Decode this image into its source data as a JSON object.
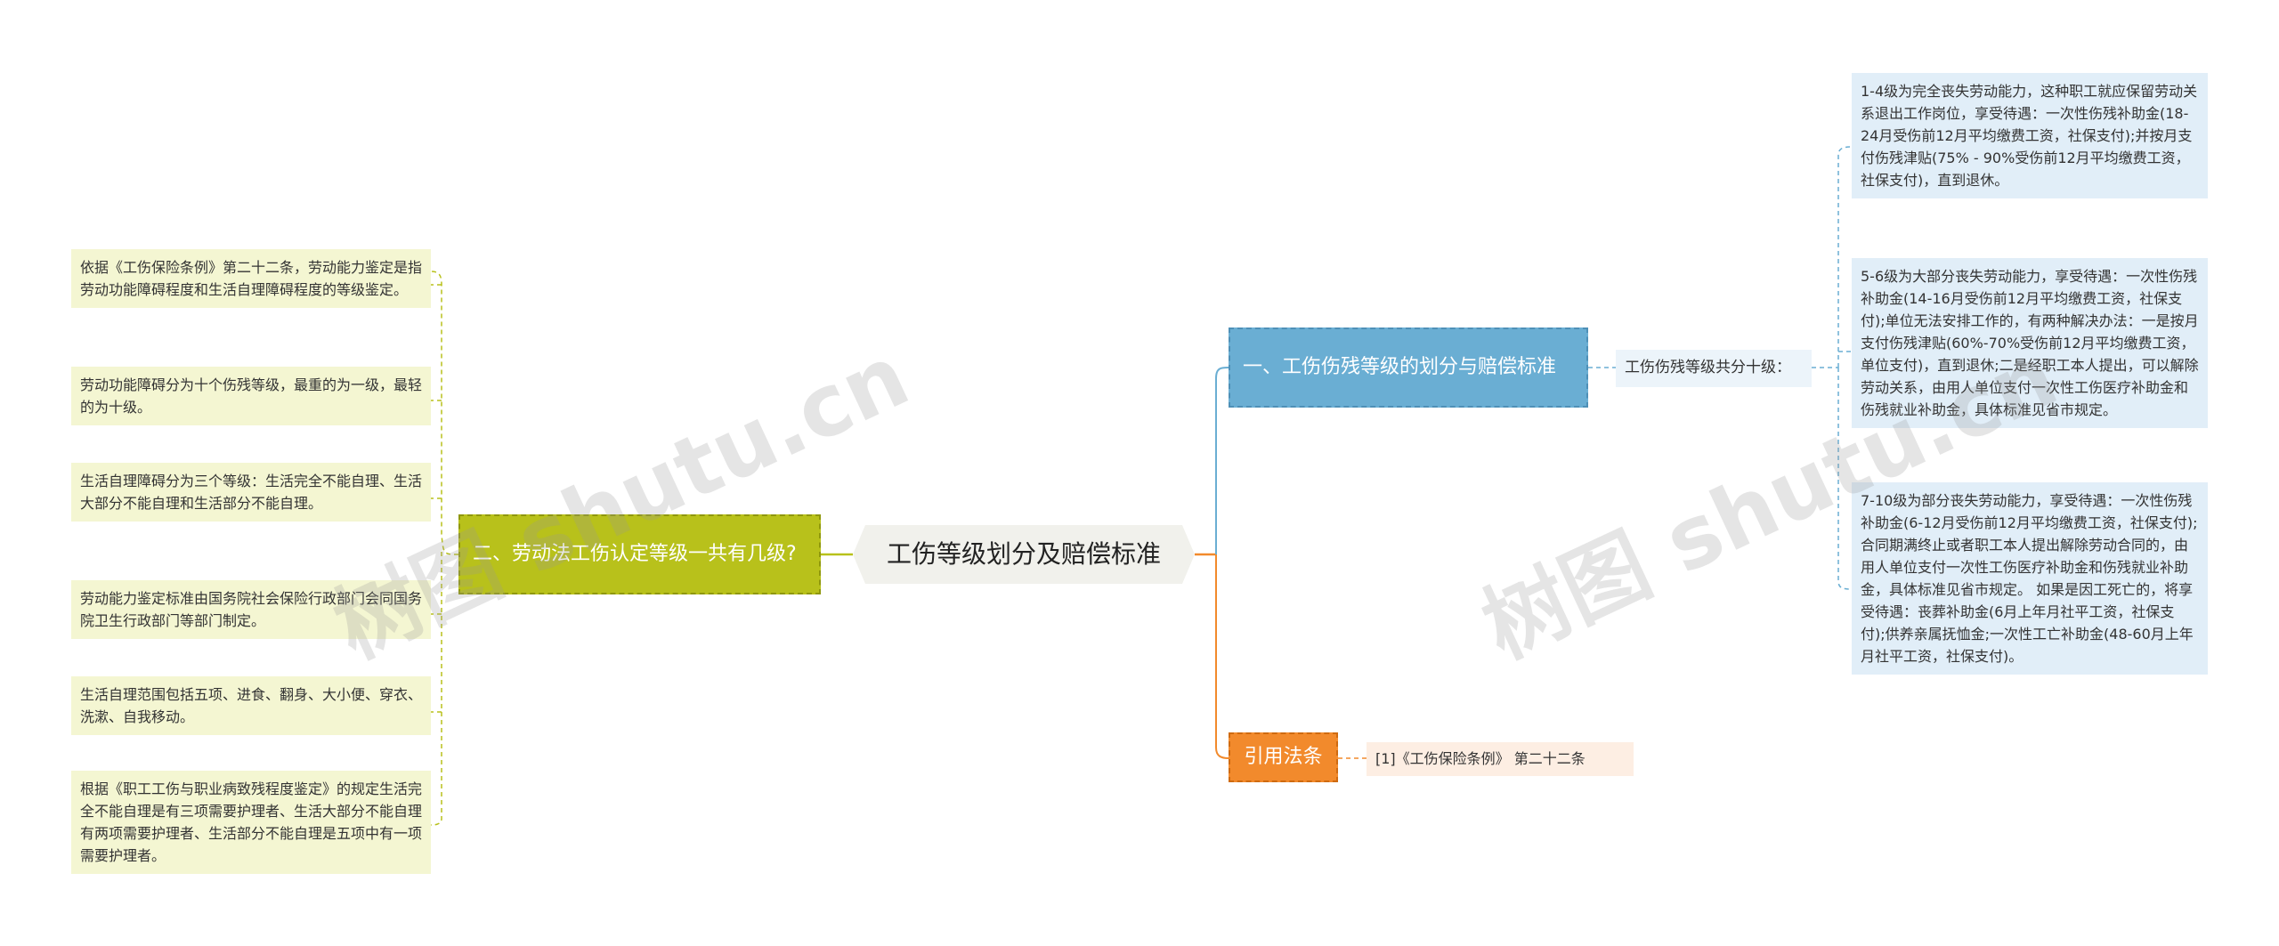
{
  "root": {
    "label": "工伤等级划分及赔偿标准"
  },
  "branch_left": {
    "label": "二、劳动法工伤认定等级一共有几级?"
  },
  "branch_right_1": {
    "label": "一、工伤伤残等级的划分与赔偿标准"
  },
  "branch_right_2": {
    "label": "引用法条"
  },
  "sub_node": {
    "label": "工伤伤残等级共分十级："
  },
  "citation": {
    "label": "[1]《工伤保险条例》 第二十二条"
  },
  "left_leaves": [
    "依据《工伤保险条例》第二十二条，劳动能力鉴定是指劳动功能障碍程度和生活自理障碍程度的等级鉴定。",
    "劳动功能障碍分为十个伤残等级，最重的为一级，最轻的为十级。",
    "生活自理障碍分为三个等级：生活完全不能自理、生活大部分不能自理和生活部分不能自理。",
    "劳动能力鉴定标准由国务院社会保险行政部门会同国务院卫生行政部门等部门制定。",
    "生活自理范围包括五项、进食、翻身、大小便、穿衣、洗漱、自我移动。",
    "根据《职工工伤与职业病致残程度鉴定》的规定生活完全不能自理是有三项需要护理者、生活大部分不能自理有两项需要护理者、生活部分不能自理是五项中有一项需要护理者。"
  ],
  "right_leaves": [
    "1-4级为完全丧失劳动能力，这种职工就应保留劳动关系退出工作岗位，享受待遇：一次性伤残补助金(18-24月受伤前12月平均缴费工资，社保支付);并按月支付伤残津贴(75% - 90%受伤前12月平均缴费工资，社保支付)，直到退休。",
    "5-6级为大部分丧失劳动能力，享受待遇：一次性伤残补助金(14-16月受伤前12月平均缴费工资，社保支付);单位无法安排工作的，有两种解决办法：一是按月支付伤残津贴(60%-70%受伤前12月平均缴费工资，单位支付)，直到退休;二是经职工本人提出，可以解除劳动关系，由用人单位支付一次性工伤医疗补助金和伤残就业补助金，具体标准见省市规定。",
    "7-10级为部分丧失劳动能力，享受待遇：一次性伤残补助金(6-12月受伤前12月平均缴费工资，社保支付);合同期满终止或者职工本人提出解除劳动合同的，由用人单位支付一次性工伤医疗补助金和伤残就业补助金，具体标准见省市规定。 如果是因工死亡的，将享受待遇：丧葬补助金(6月上年月社平工资，社保支付);供养亲属抚恤金;一次性工亡补助金(48-60月上年月社平工资，社保支付)。"
  ],
  "watermarks": [
    "树图 shutu.cn",
    "树图 shutu.cn"
  ],
  "colors": {
    "left_branch": "#b8c11b",
    "right_branch_1": "#6aaed3",
    "right_branch_2": "#f28a2c",
    "left_leaf_bg": "#f4f6d2",
    "right_leaf_bg": "#e1eef8",
    "citation_bg": "#fdeee3"
  }
}
